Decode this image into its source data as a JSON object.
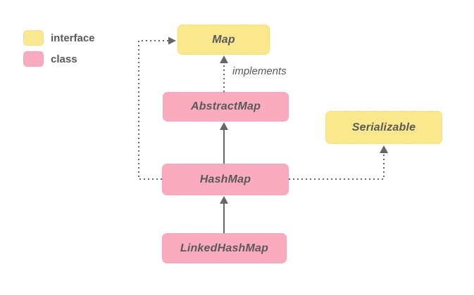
{
  "diagram": {
    "legend": {
      "items": [
        {
          "label": "interface",
          "color": "#fae88f"
        },
        {
          "label": "class",
          "color": "#fbabbf"
        }
      ]
    },
    "nodes": [
      {
        "id": "map",
        "label": "Map",
        "type": "interface"
      },
      {
        "id": "abstractmap",
        "label": "AbstractMap",
        "type": "class"
      },
      {
        "id": "serializable",
        "label": "Serializable",
        "type": "interface"
      },
      {
        "id": "hashmap",
        "label": "HashMap",
        "type": "class"
      },
      {
        "id": "linkedhashmap",
        "label": "LinkedHashMap",
        "type": "class"
      }
    ],
    "edges": [
      {
        "from": "AbstractMap",
        "to": "Map",
        "line": "dashed",
        "label": "implements"
      },
      {
        "from": "HashMap",
        "to": "Map",
        "line": "dashed",
        "label": ""
      },
      {
        "from": "HashMap",
        "to": "AbstractMap",
        "line": "solid",
        "label": ""
      },
      {
        "from": "HashMap",
        "to": "Serializable",
        "line": "dashed",
        "label": ""
      },
      {
        "from": "LinkedHashMap",
        "to": "HashMap",
        "line": "solid",
        "label": ""
      }
    ],
    "colors": {
      "interface_fill": "#fae88f",
      "class_fill": "#fbabbf",
      "text": "#595959",
      "arrow": "#666666",
      "background": "#ffffff"
    }
  }
}
